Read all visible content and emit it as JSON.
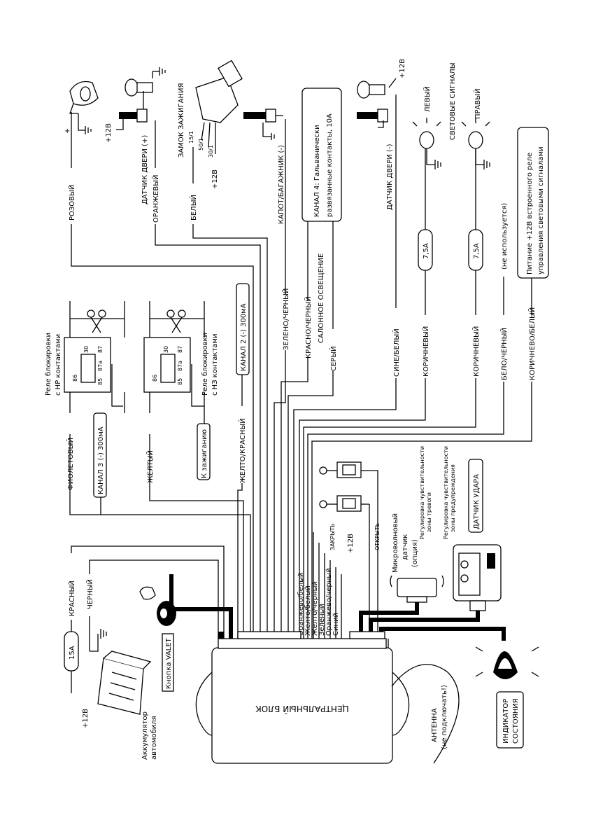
{
  "central_unit": {
    "label": "ЦЕНТРАЛЬНЫЙ БЛОК"
  },
  "battery": {
    "label_line1": "Аккумулятор",
    "label_line2": "автомобиля",
    "plus": "+12В"
  },
  "fuse_main": {
    "label": "15А"
  },
  "wire_labels": {
    "red": "КРАСНЫЙ",
    "black": "ЧЕРНЫЙ",
    "pink": "РОЗОВЫЙ",
    "orange": "ОРАНЖЕВЫЙ",
    "white": "БЕЛЫЙ",
    "green_black": "ЗЕЛЕНО/ЧЕРНЫЙ",
    "red_black": "КРАСНО/ЧЕРНЫЙ",
    "gray": "СЕРЫЙ",
    "blue_white": "СИНЕ/БЕЛЫЙ",
    "brown1": "КОРИЧНЕВЫЙ",
    "brown2": "КОРИЧНЕВЫЙ",
    "white_black": "БЕЛО/ЧЕРНЫЙ",
    "brown_white": "КОРИЧНЕВО/БЕЛЫЙ",
    "violet": "ФИОЛЕТОВЫЙ",
    "yellow": "ЖЕЛТЫЙ",
    "yellow_red": "ЖЕЛТО/КРАСНЫЙ"
  },
  "components": {
    "siren_plus": "+",
    "door_sensor_plus": "ДАТЧИК ДВЕРИ (+)",
    "ignition_lock": "ЗАМОК ЗАЖИГАНИЯ",
    "hood_trunk": "КАПОТ/БАГАЖНИК (-)",
    "channel4_line1": "КАНАЛ 4: Гальванически",
    "channel4_line2": "развязанные контакты, 10А",
    "salon_light": "САЛОННОЕ ОСВЕЩЕНИЕ",
    "door_sensor_minus": "ДАТЧИК ДВЕРИ (-)",
    "left": "ЛЕВЫЙ",
    "right": "ПРАВЫЙ",
    "light_signals": "СВЕТОВЫЕ СИГНАЛЫ",
    "fuse_75a_1": "7,5А",
    "fuse_75a_2": "7,5А",
    "not_used": "(не используется)",
    "power_relay_line1": "Питание +12В встроенного реле",
    "power_relay_line2": "управления световыми сигналами",
    "relay_no_line1": "Реле блокировки",
    "relay_no_line2": "с НР контактами",
    "relay_nc_line1": "Реле блокировки",
    "relay_nc_line2": "с НЗ контактами",
    "channel2": "КАНАЛ 2 (-) 300мА",
    "channel3": "КАНАЛ 3 (-) 300мА",
    "to_ignition": "К зажиганию",
    "plus12_a": "+12В",
    "plus12_b": "+12В",
    "plus12_c": "+12В",
    "plus12_d": "+12В",
    "ign_15": "15/1",
    "ign_50": "50/1",
    "ign_30": "30/1",
    "valet": "Кнопка VALET",
    "close": "ЗАКРЫТЬ",
    "open": "ОТКРЫТЬ",
    "microwave_line1": "Микроволновый",
    "microwave_line2": "датчик",
    "microwave_line3": "(опция)",
    "sens_alarm_line1": "Регулировка чувствительности",
    "sens_alarm_line2": "зоны тревоги",
    "sens_warn_line1": "Регулировка чувствительности",
    "sens_warn_line2": "зоны предупреждения",
    "shock_sensor": "ДАТЧИК УДАРА",
    "antenna_line1": "АНТЕННА",
    "antenna_line2": "(не подключать!)",
    "indicator_line1": "ИНДИКАТОР",
    "indicator_line2": "СОСТОЯНИЯ"
  },
  "lock_wires": [
    "Оранжево/белый",
    "Желто/белый",
    "Желто/черный",
    "Зеленый",
    "Оранжево/черный",
    "Синий"
  ],
  "relay_pins": {
    "p30": "30",
    "p87": "87",
    "p87a": "87a",
    "p85": "85",
    "p86": "86"
  }
}
